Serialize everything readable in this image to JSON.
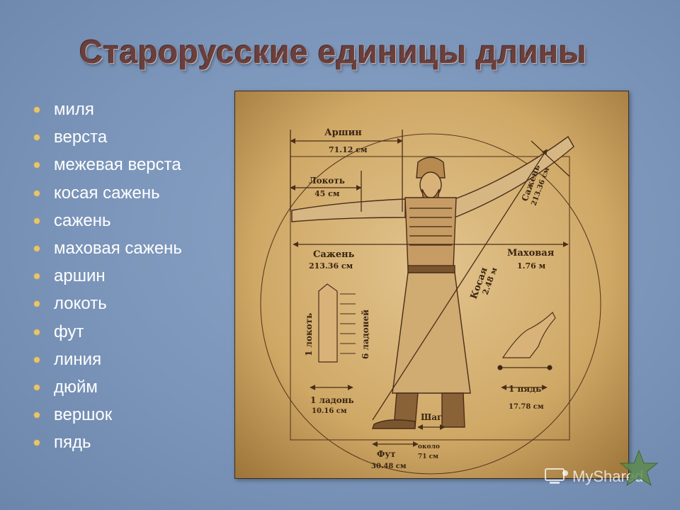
{
  "slide": {
    "title": "Старорусские единицы длины",
    "units": [
      "миля",
      "верста",
      "межевая верста",
      "косая сажень",
      "сажень",
      "маховая сажень",
      "аршин",
      "локоть",
      "фут",
      "линия",
      "дюйм",
      "вершок",
      "пядь"
    ]
  },
  "diagram": {
    "arshin_label": "Аршин",
    "arshin_value": "71.12 см",
    "lokot_label": "Локоть",
    "lokot_value": "45 см",
    "sazhen_label": "Сажень",
    "sazhen_value": "213.36 см",
    "makhovaya_label": "Маховая",
    "makhovaya_value": "1.76 м",
    "kosaya_label": "Косая",
    "kosaya_value": "2.48 м",
    "diag_sazhen_label": "Сажень",
    "diag_sazhen_value": "213.36 см",
    "one_lokot": "1 локоть",
    "six_ladoney": "6 ладоней",
    "one_ladon": "1 ладонь",
    "one_ladon_value": "10.16 см",
    "one_pyad": "1 пядь",
    "one_pyad_value": "17.78 см",
    "shag_label": "Шаг",
    "shag_value_1": "около",
    "shag_value_2": "71 см",
    "fut_label": "Фут",
    "fut_value": "30.48 см"
  },
  "watermark": {
    "text": "MyShared",
    "icon": "myshared-logo-icon"
  },
  "decor": {
    "star_icon": "star-icon",
    "star_color": "#5e8a4c"
  }
}
